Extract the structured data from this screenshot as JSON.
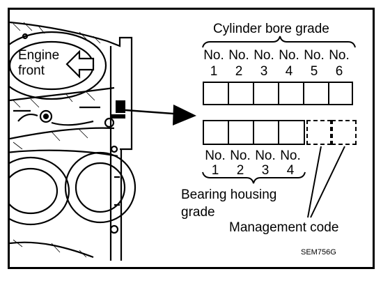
{
  "labels": {
    "engine_front_line1": "Engine",
    "engine_front_line2": "front",
    "cylinder_bore_grade": "Cylinder bore grade",
    "bearing_housing_line1": "Bearing housing",
    "bearing_housing_line2": "grade",
    "management_code": "Management code",
    "figure_code": "SEM756G"
  },
  "cylinder_columns": [
    {
      "no": "No.",
      "num": "1"
    },
    {
      "no": "No.",
      "num": "2"
    },
    {
      "no": "No.",
      "num": "3"
    },
    {
      "no": "No.",
      "num": "4"
    },
    {
      "no": "No.",
      "num": "5"
    },
    {
      "no": "No.",
      "num": "6"
    }
  ],
  "bearing_columns": [
    {
      "no": "No.",
      "num": "1"
    },
    {
      "no": "No.",
      "num": "2"
    },
    {
      "no": "No.",
      "num": "3"
    },
    {
      "no": "No.",
      "num": "4"
    }
  ]
}
